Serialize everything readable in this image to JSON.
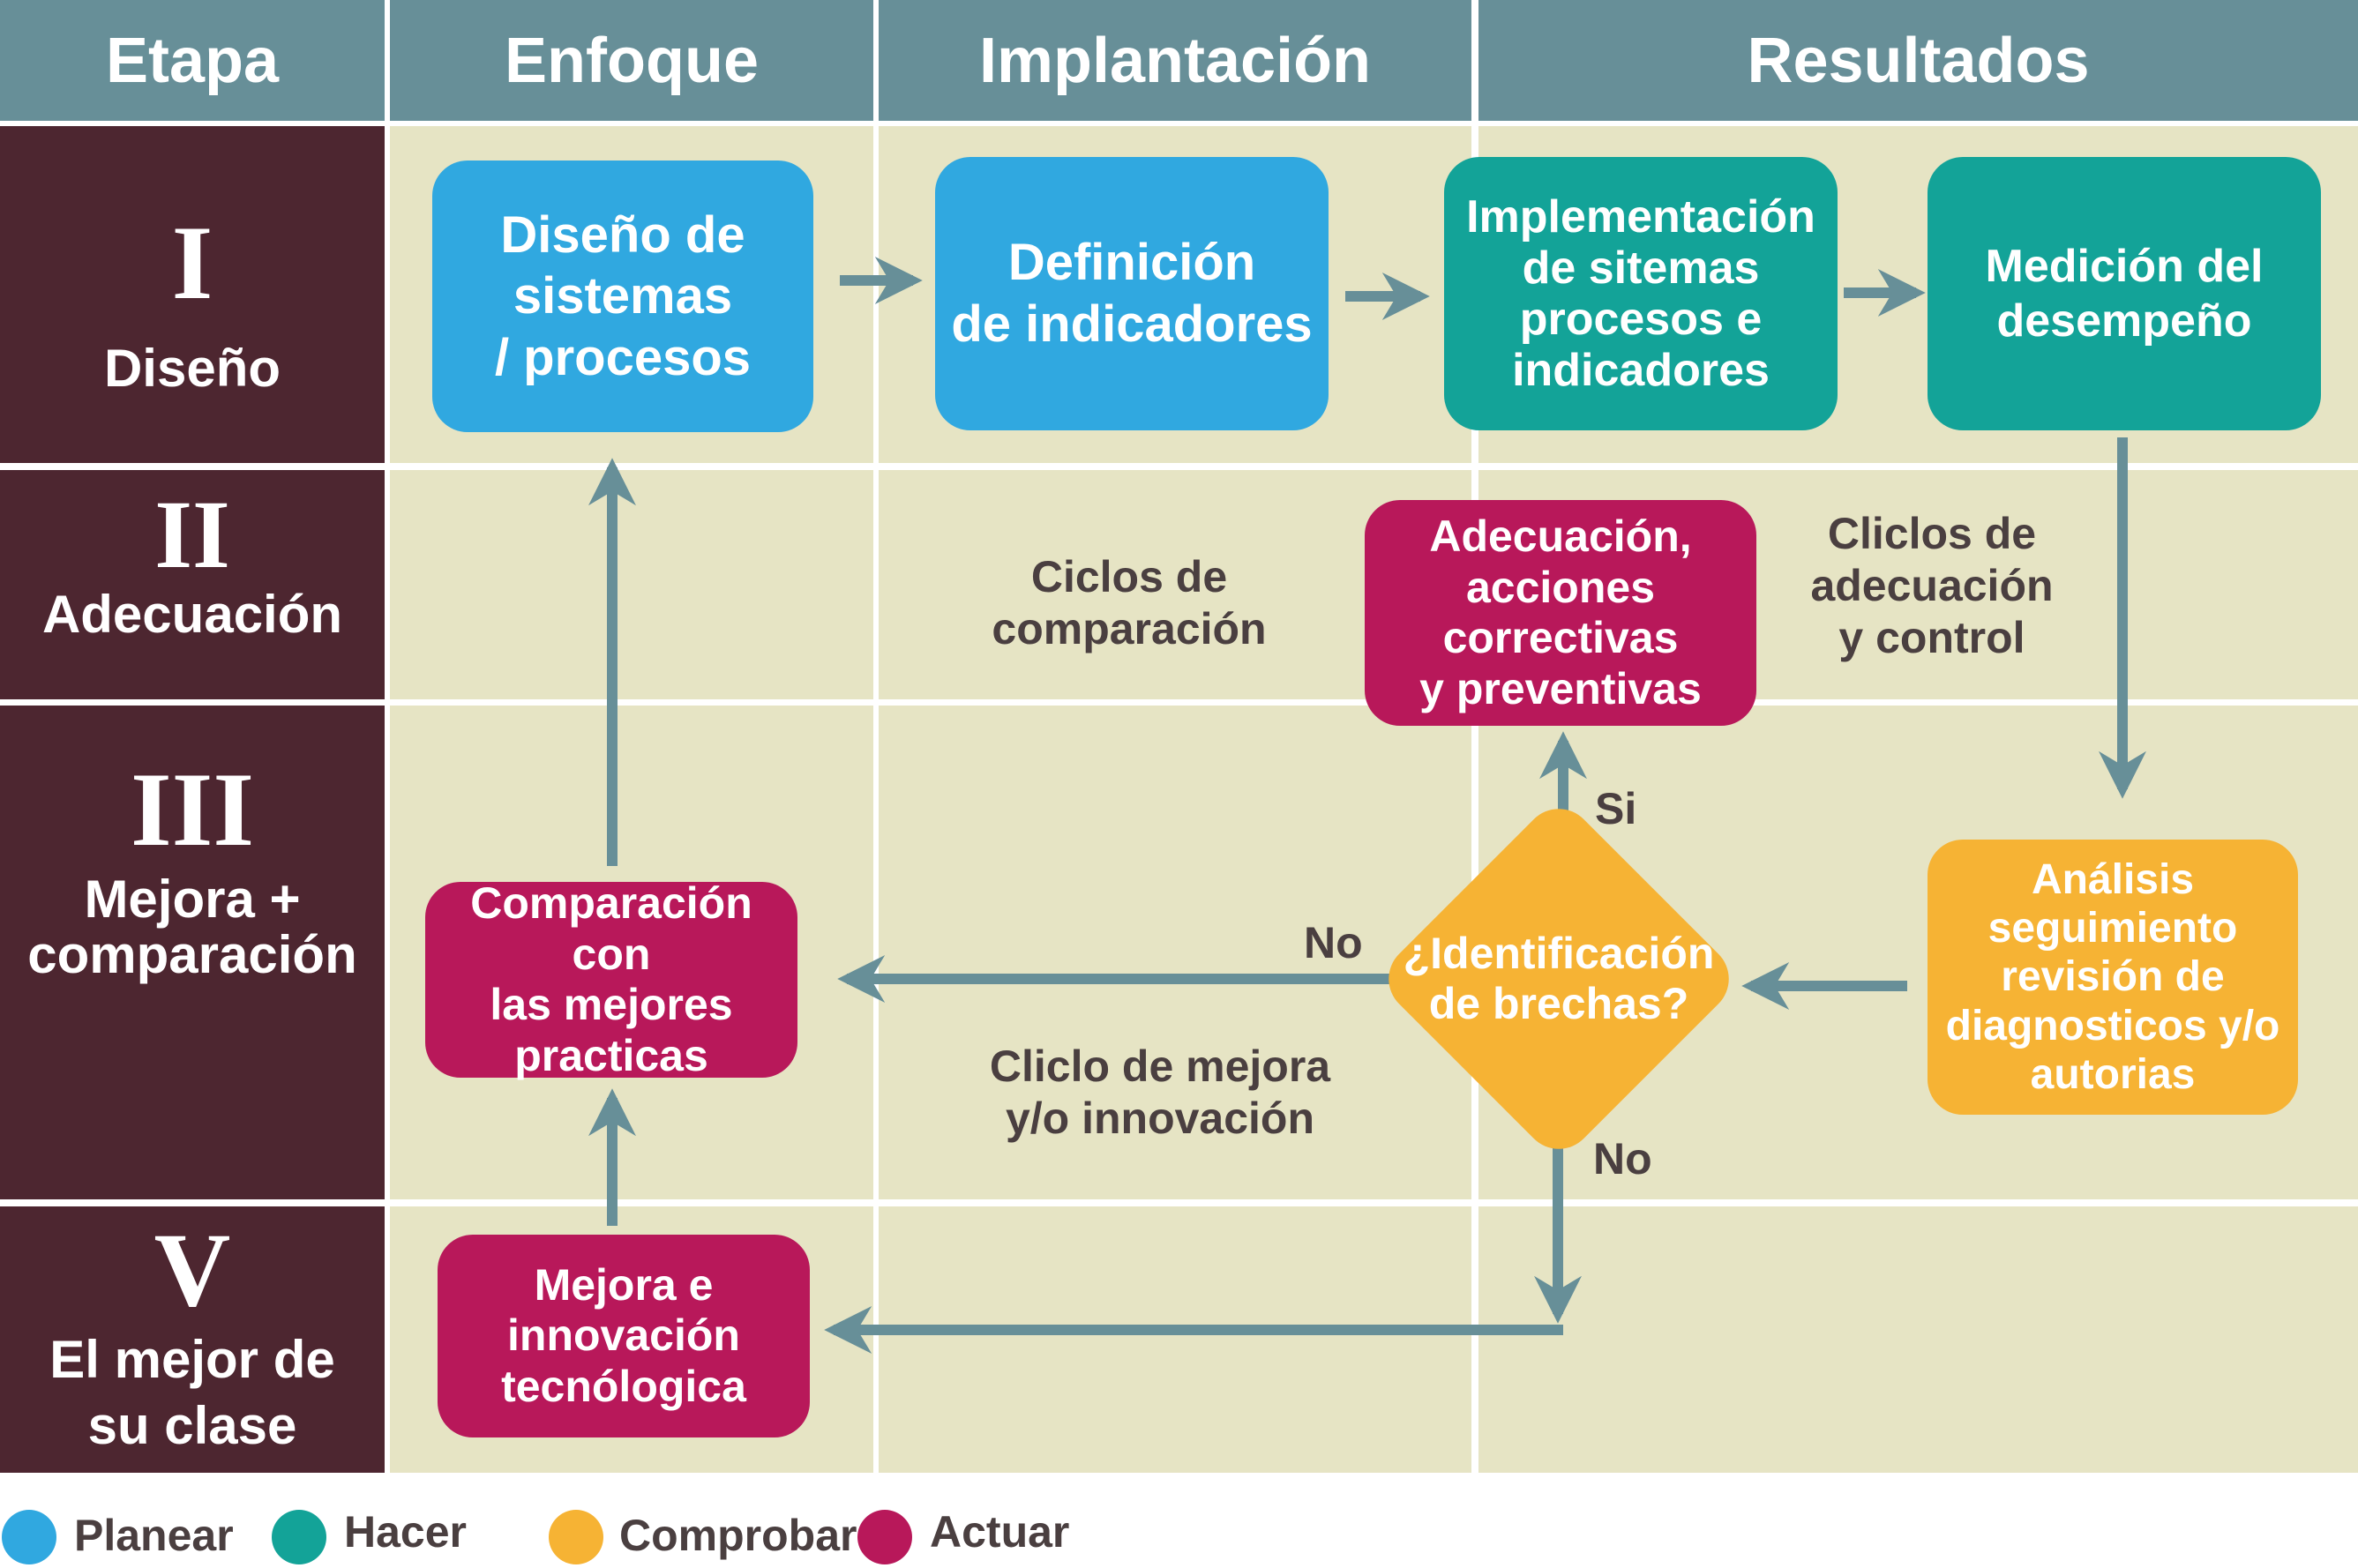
{
  "colors": {
    "header": "#678f98",
    "stage_bg": "#4d2630",
    "cell_bg": "#e6e4c4",
    "arrow": "#678f98",
    "planear": "#30a8e0",
    "hacer": "#13a398",
    "comprobar": "#f6b334",
    "actuar": "#b8185a"
  },
  "headers": {
    "etapa": "Etapa",
    "enfoque": "Enfoque",
    "implantacion": "Implantación",
    "resultados": "Resultados"
  },
  "stages": [
    {
      "numeral": "I",
      "name": "Diseño"
    },
    {
      "numeral": "II",
      "name": "Adecuación"
    },
    {
      "numeral": "III",
      "name": "Mejora +\ncomparación"
    },
    {
      "numeral": "V",
      "name": "El mejor de\nsu clase"
    }
  ],
  "nodes": {
    "diseno_sistemas": "Diseño de\nsistemas\n/ procesos",
    "definicion_indicadores": "Definición\nde indicadores",
    "implementacion": "Implementación\nde sitemas\nprocesos e\nindicadores",
    "medicion": "Medición del\ndesempeño",
    "adecuacion": "Adecuación,\nacciones correctivas\ny preventivas",
    "comparacion": "Comparación con\nlas mejores\npracticas",
    "identificacion": "¿Identificación\nde brechas?",
    "analisis": "Análisis\nseguimiento\nrevisión de\ndiagnosticos y/o\nautorias",
    "mejora_innovacion": "Mejora e\ninnovación\ntecnólogica"
  },
  "notes": {
    "ciclos_comparacion": "Ciclos de\ncomparación",
    "ciclos_adecuacion": "Cliclos de\nadecuación\ny control",
    "ciclo_mejora": "Cliclo de mejora\ny/o innovación"
  },
  "edge_labels": {
    "si": "Si",
    "no_left": "No",
    "no_down": "No"
  },
  "legend": [
    {
      "label": "Planear",
      "color": "#30a8e0"
    },
    {
      "label": "Hacer",
      "color": "#13a398"
    },
    {
      "label": "Comprobar",
      "color": "#f6b334"
    },
    {
      "label": "Actuar",
      "color": "#b8185a"
    }
  ]
}
